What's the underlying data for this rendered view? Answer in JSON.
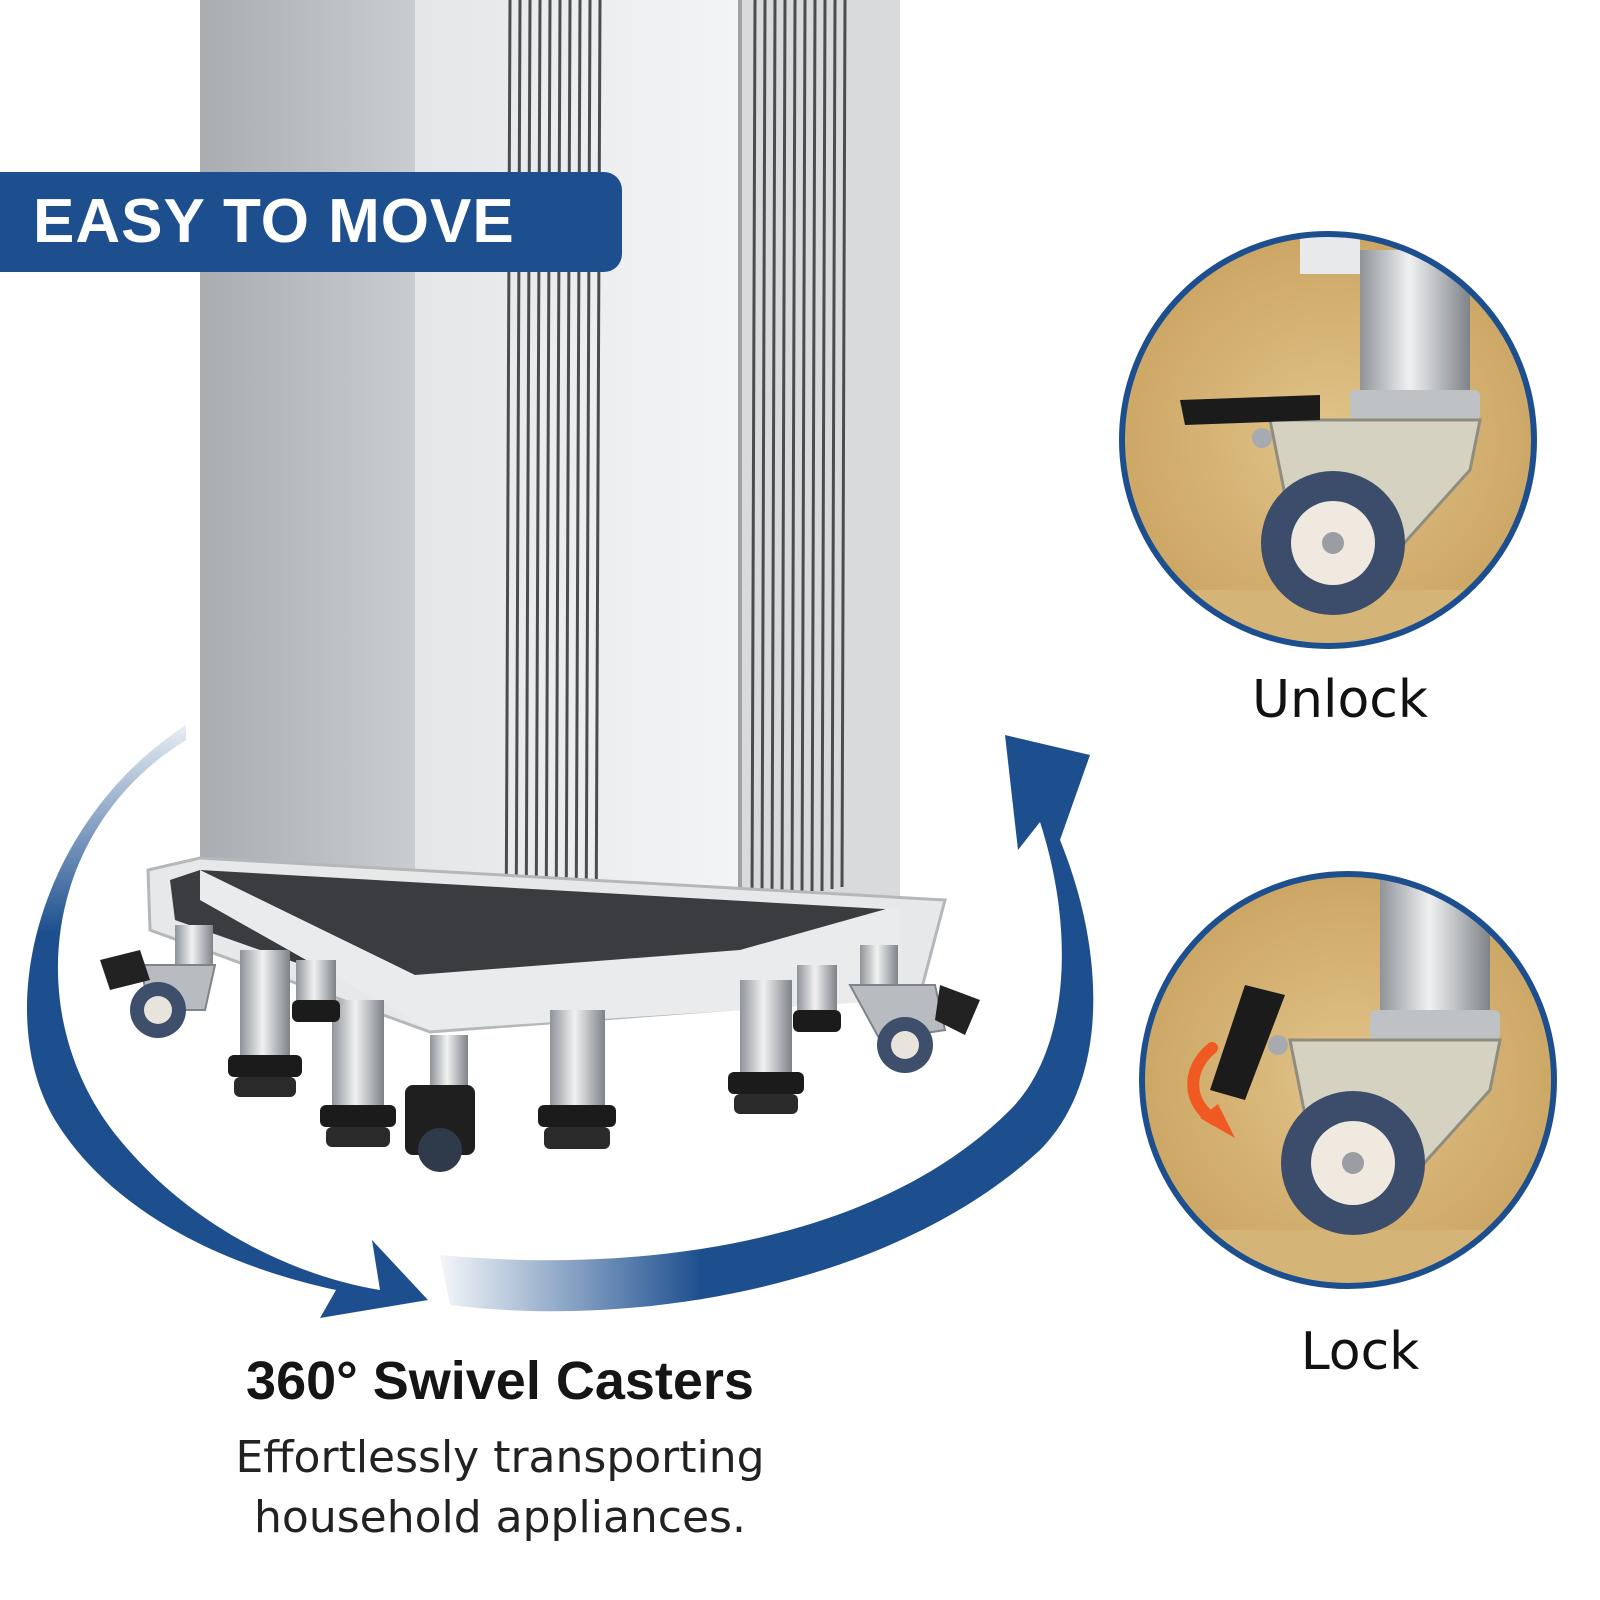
{
  "banner": {
    "text": "EASY TO MOVE"
  },
  "circles": {
    "unlock_label": "Unlock",
    "lock_label": "Lock"
  },
  "caption": {
    "title": "360° Swivel Casters",
    "line1": "Effortlessly transporting",
    "line2": "household appliances."
  },
  "colors": {
    "brand_blue": "#1d4f8f",
    "lock_arrow": "#f05a22"
  }
}
